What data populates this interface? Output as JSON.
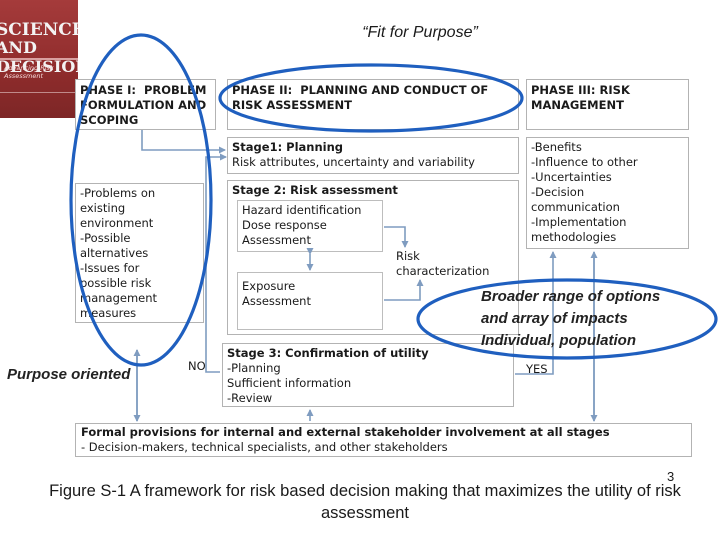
{
  "title": "“Fit for Purpose”",
  "book_cover": {
    "line1": "SCIENCE",
    "line2": "AND DECISIONS",
    "line3": "Advancing Risk Assessment"
  },
  "phases": {
    "phase1": "PHASE I:  PROBLEM\nFORMULATION AND\nSCOPING",
    "phase2": "PHASE II:  PLANNING AND CONDUCT OF\nRISK ASSESSMENT",
    "phase3": "PHASE III: RISK\nMANAGEMENT"
  },
  "stage1": {
    "title": "Stage1: Planning",
    "body": "Risk attributes, uncertainty and variability"
  },
  "stage2": {
    "title": "Stage 2: Risk assessment",
    "hazard": "Hazard identification\nDose response\nAssessment",
    "exposure": "Exposure\nAssessment",
    "risk_char": "Risk\ncharacterization"
  },
  "stage3": {
    "title": "Stage 3: Confirmation of utility",
    "body": "-Planning\nSufficient information\n-Review"
  },
  "problems_box": "-Problems on\nexisting\nenvironment\n-Possible\nalternatives\n-Issues for\npossible risk\nmanagement\nmeasures",
  "phase3_list": "-Benefits\n-Influence to other\n-Uncertainties\n-Decision\ncommunication\n-Implementation\nmethodologies",
  "no_label": "NO",
  "yes_label": "YES",
  "formal": {
    "title": "Formal provisions for internal and external stakeholder involvement at all stages",
    "body": "- Decision-makers, technical specialists, and other stakeholders"
  },
  "callouts": {
    "purpose": "Purpose oriented",
    "broader": "Broader range of options\nand array of impacts\nIndividual, population"
  },
  "caption": "Figure S-1 A  framework for risk based decision making  that maximizes the  utility of risk assessment",
  "page_number": "3",
  "colors": {
    "box_border": "#b3b3b3",
    "arrow": "#7f9cc0",
    "ellipse": "#1f5fbf",
    "cover": "#8f2c2c"
  }
}
